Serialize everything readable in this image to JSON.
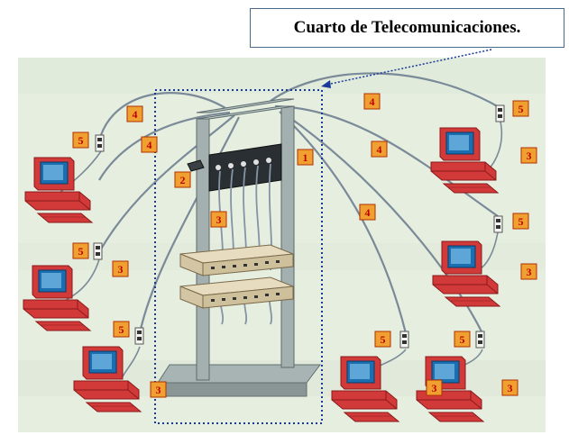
{
  "title": "Cuarto de Telecomunicaciones.",
  "tags": [
    {
      "id": "tag-1-rack",
      "label": "1"
    },
    {
      "id": "tag-2-rack",
      "label": "2"
    },
    {
      "id": "tag-3-rack",
      "label": "3"
    },
    {
      "id": "tag-4-a",
      "label": "4"
    },
    {
      "id": "tag-4-b",
      "label": "4"
    },
    {
      "id": "tag-4-c",
      "label": "4"
    },
    {
      "id": "tag-4-d",
      "label": "4"
    },
    {
      "id": "tag-4-e",
      "label": "4"
    },
    {
      "id": "tag-5-a",
      "label": "5"
    },
    {
      "id": "tag-5-b",
      "label": "5"
    },
    {
      "id": "tag-5-c",
      "label": "5"
    },
    {
      "id": "tag-5-d",
      "label": "5"
    },
    {
      "id": "tag-5-e",
      "label": "5"
    },
    {
      "id": "tag-5-f",
      "label": "5"
    },
    {
      "id": "tag-5-g",
      "label": "5"
    },
    {
      "id": "tag-3-a",
      "label": "3"
    },
    {
      "id": "tag-3-b",
      "label": "3"
    },
    {
      "id": "tag-3-c",
      "label": "3"
    },
    {
      "id": "tag-3-d",
      "label": "3"
    },
    {
      "id": "tag-3-e",
      "label": "3"
    },
    {
      "id": "tag-3-f",
      "label": "3"
    }
  ],
  "colors": {
    "background": "#e6eee0",
    "computer": "#d23a3a",
    "screen": "#1a6fb0",
    "rack": "#9aa6a6",
    "tag_fill": "#f0a030",
    "tag_border": "#b03000",
    "tag_text": "#c00000",
    "cable": "#6a7a8a",
    "callout": "#1a3a9a"
  }
}
